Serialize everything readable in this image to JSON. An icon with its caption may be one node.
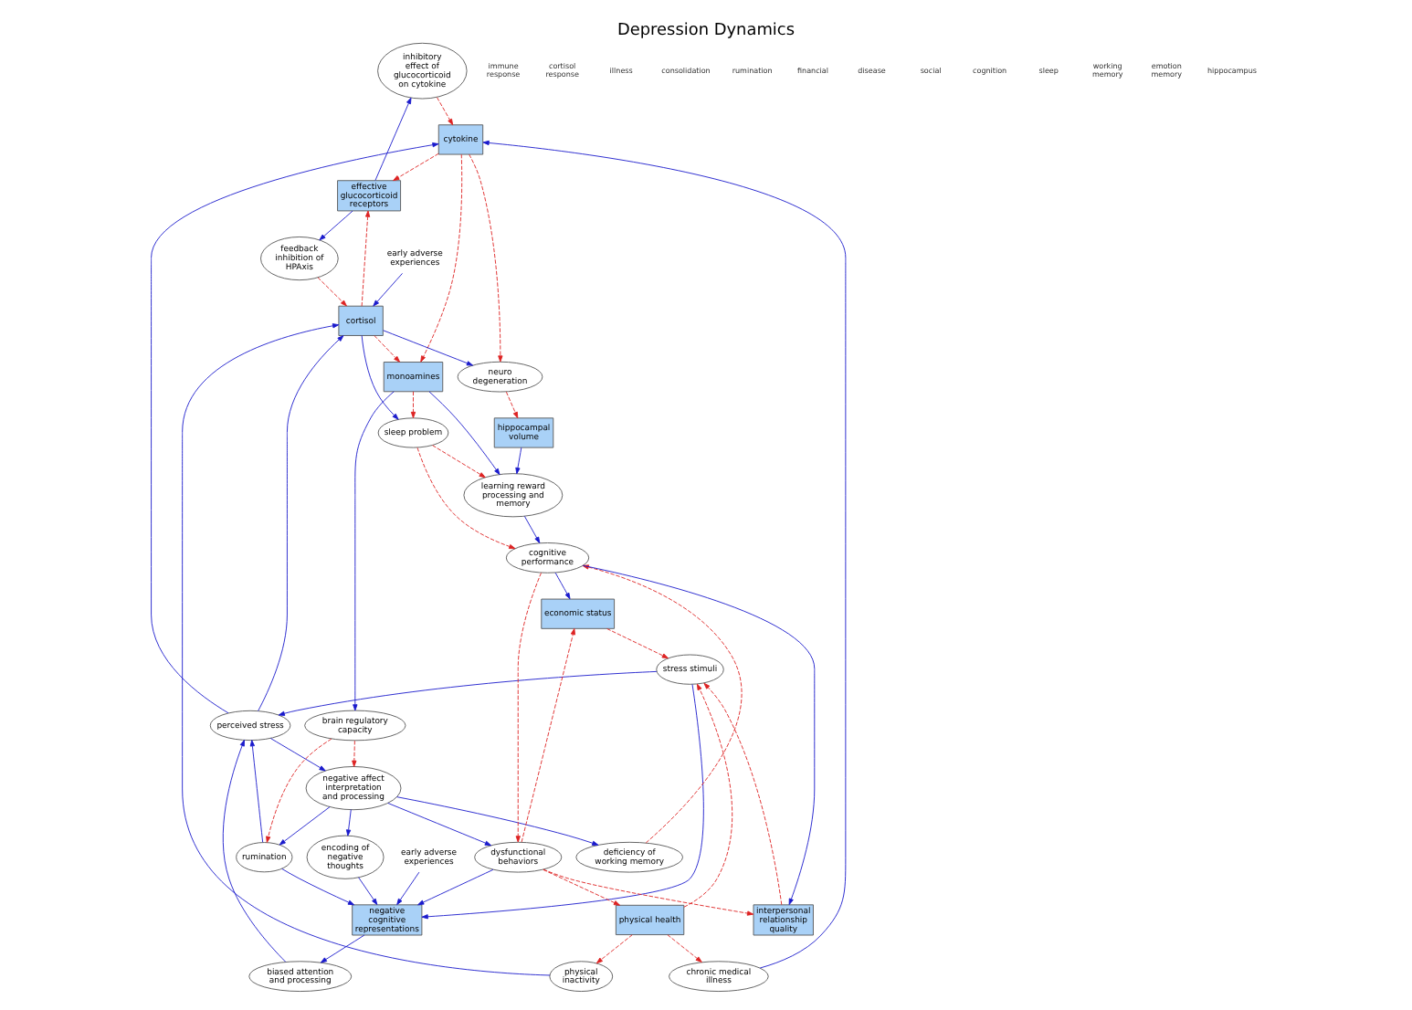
{
  "diagram": {
    "title": "Depression Dynamics",
    "nodes": [
      {
        "text": [
          "inhibitory effect of glucocorticoid on cytokine"
        ]
      },
      {
        "text": [
          "feedback inhibition of HPAxis"
        ]
      },
      {
        "text": [
          "effective glucocorticoid receptors"
        ]
      },
      {
        "text": [
          "cytokine"
        ]
      },
      {
        "text": [
          "cortisol"
        ]
      },
      {
        "text": [
          "early adverse experiences"
        ]
      },
      {
        "text": [
          "chronic medical illness"
        ]
      },
      {
        "text": [
          "early adverse experiences"
        ]
      },
      {
        "text": [
          "biased attention and processing"
        ]
      },
      {
        "text": [
          "perceived stress"
        ]
      },
      {
        "text": [
          "brain regulatory capacity"
        ]
      },
      {
        "text": [
          "monoamines"
        ]
      },
      {
        "text": [
          "negative cognitive representations"
        ]
      },
      {
        "text": [
          "stress stimuli"
        ]
      },
      {
        "text": [
          "neuro degeneration"
        ]
      },
      {
        "text": [
          "rumination"
        ]
      },
      {
        "text": [
          "encoding of negative thoughts"
        ]
      },
      {
        "text": [
          "negative affect interpretation and processing"
        ]
      },
      {
        "text": [
          "hippocampal volume"
        ]
      },
      {
        "text": [
          "economic status"
        ]
      },
      {
        "text": [
          "sleep problem"
        ]
      },
      {
        "text": [
          "interpersonal relationship quality"
        ]
      },
      {
        "text": [
          "dysfunctional behaviors"
        ]
      },
      {
        "text": [
          "deficiency of working memory"
        ]
      },
      {
        "text": [
          "physical health"
        ]
      },
      {
        "text": [
          "learning reward processing and memory"
        ]
      },
      {
        "text": [
          "cognitive performance"
        ]
      },
      {
        "text": [
          "physical inactivity"
        ]
      }
    ],
    "edges": [
      {
        "from": 2,
        "to": 0,
        "arrow": "to"
      },
      {
        "from": 2,
        "to": 1,
        "arrow": "to"
      },
      {
        "from": 0,
        "to": 3,
        "arrow": "to",
        "style": "dashed",
        "color": "#dd2222"
      },
      {
        "from": 3,
        "to": 2,
        "arrow": "to",
        "style": "dashed",
        "color": "#dd2222"
      },
      {
        "from": 4,
        "to": 2,
        "arrow": "to",
        "style": "dashed",
        "color": "#dd2222"
      },
      {
        "from": 1,
        "to": 4,
        "arrow": "to",
        "style": "dashed",
        "color": "#dd2222"
      },
      {
        "from": 5,
        "to": 4,
        "arrow": "to"
      },
      {
        "from": 6,
        "to": 3,
        "arrow": "to"
      },
      {
        "from": 3,
        "to": 11,
        "arrow": "to",
        "style": "dashed",
        "color": "#dd2222"
      },
      {
        "from": 4,
        "to": 11,
        "arrow": "to",
        "style": "dashed",
        "color": "#dd2222"
      },
      {
        "from": 3,
        "to": 14,
        "arrow": "to",
        "style": "dashed",
        "color": "#dd2222"
      },
      {
        "from": 9,
        "to": 3,
        "arrow": "to"
      },
      {
        "from": 13,
        "to": 9,
        "arrow": "to"
      },
      {
        "from": 13,
        "to": 12,
        "arrow": "to"
      },
      {
        "from": 7,
        "to": 12,
        "arrow": "to"
      },
      {
        "from": 12,
        "to": 8,
        "arrow": "to"
      },
      {
        "from": 8,
        "to": 9,
        "arrow": "to"
      },
      {
        "from": 15,
        "to": 12,
        "arrow": "to"
      },
      {
        "from": 9,
        "to": 4,
        "arrow": "to"
      },
      {
        "from": 9,
        "to": 17,
        "arrow": "to"
      },
      {
        "from": 15,
        "to": 9,
        "arrow": "to"
      },
      {
        "from": 11,
        "to": 10,
        "arrow": "to"
      },
      {
        "from": 10,
        "to": 17,
        "arrow": "to",
        "style": "dashed",
        "color": "#dd2222"
      },
      {
        "from": 10,
        "to": 15,
        "arrow": "to",
        "style": "dashed",
        "color": "#dd2222"
      },
      {
        "from": 17,
        "to": 15,
        "arrow": "to"
      },
      {
        "from": 17,
        "to": 16,
        "arrow": "to"
      },
      {
        "from": 16,
        "to": 12,
        "arrow": "to"
      },
      {
        "from": 17,
        "to": 22,
        "arrow": "to"
      },
      {
        "from": 17,
        "to": 23,
        "arrow": "to"
      },
      {
        "from": 22,
        "to": 12,
        "arrow": "to"
      },
      {
        "from": 4,
        "to": 14,
        "arrow": "to"
      },
      {
        "from": 4,
        "to": 20,
        "arrow": "to"
      },
      {
        "from": 11,
        "to": 20,
        "arrow": "to",
        "style": "dashed",
        "color": "#dd2222"
      },
      {
        "from": 11,
        "to": 25,
        "arrow": "to"
      },
      {
        "from": 14,
        "to": 18,
        "arrow": "to",
        "style": "dashed",
        "color": "#dd2222"
      },
      {
        "from": 18,
        "to": 25,
        "arrow": "to"
      },
      {
        "from": 27,
        "to": 4,
        "arrow": "to"
      },
      {
        "from": 20,
        "to": 25,
        "arrow": "to",
        "style": "dashed",
        "color": "#dd2222"
      },
      {
        "from": 20,
        "to": 26,
        "arrow": "to",
        "style": "dashed",
        "color": "#dd2222"
      },
      {
        "from": 23,
        "to": 26,
        "arrow": "to",
        "style": "dashed",
        "color": "#dd2222"
      },
      {
        "from": 25,
        "to": 26,
        "arrow": "to"
      },
      {
        "from": 26,
        "to": 22,
        "arrow": "to",
        "style": "dashed",
        "color": "#dd2222"
      },
      {
        "from": 26,
        "to": 19,
        "arrow": "to"
      },
      {
        "from": 26,
        "to": 21,
        "arrow": "to"
      },
      {
        "from": 22,
        "to": 19,
        "arrow": "to",
        "style": "dashed",
        "color": "#dd2222"
      },
      {
        "from": 22,
        "to": 21,
        "arrow": "to",
        "style": "dashed",
        "color": "#dd2222"
      },
      {
        "from": 22,
        "to": 24,
        "arrow": "to",
        "style": "dashed",
        "color": "#dd2222"
      },
      {
        "from": 19,
        "to": 13,
        "arrow": "to",
        "style": "dashed",
        "color": "#dd2222"
      },
      {
        "from": 21,
        "to": 13,
        "arrow": "to",
        "style": "dashed",
        "color": "#dd2222"
      },
      {
        "from": 24,
        "to": 13,
        "arrow": "to",
        "style": "dashed",
        "color": "#dd2222"
      },
      {
        "from": 24,
        "to": 6,
        "arrow": "to",
        "style": "dashed",
        "color": "#dd2222"
      },
      {
        "from": 24,
        "to": 27,
        "arrow": "to",
        "style": "dashed",
        "color": "#dd2222"
      }
    ],
    "labels": [
      "immune response",
      "cortisol response",
      "illness",
      "consolidation",
      "rumination",
      "financial",
      "disease",
      "social",
      "cognition",
      "sleep",
      "working memory",
      "emotion memory",
      "hippocampus"
    ]
  }
}
